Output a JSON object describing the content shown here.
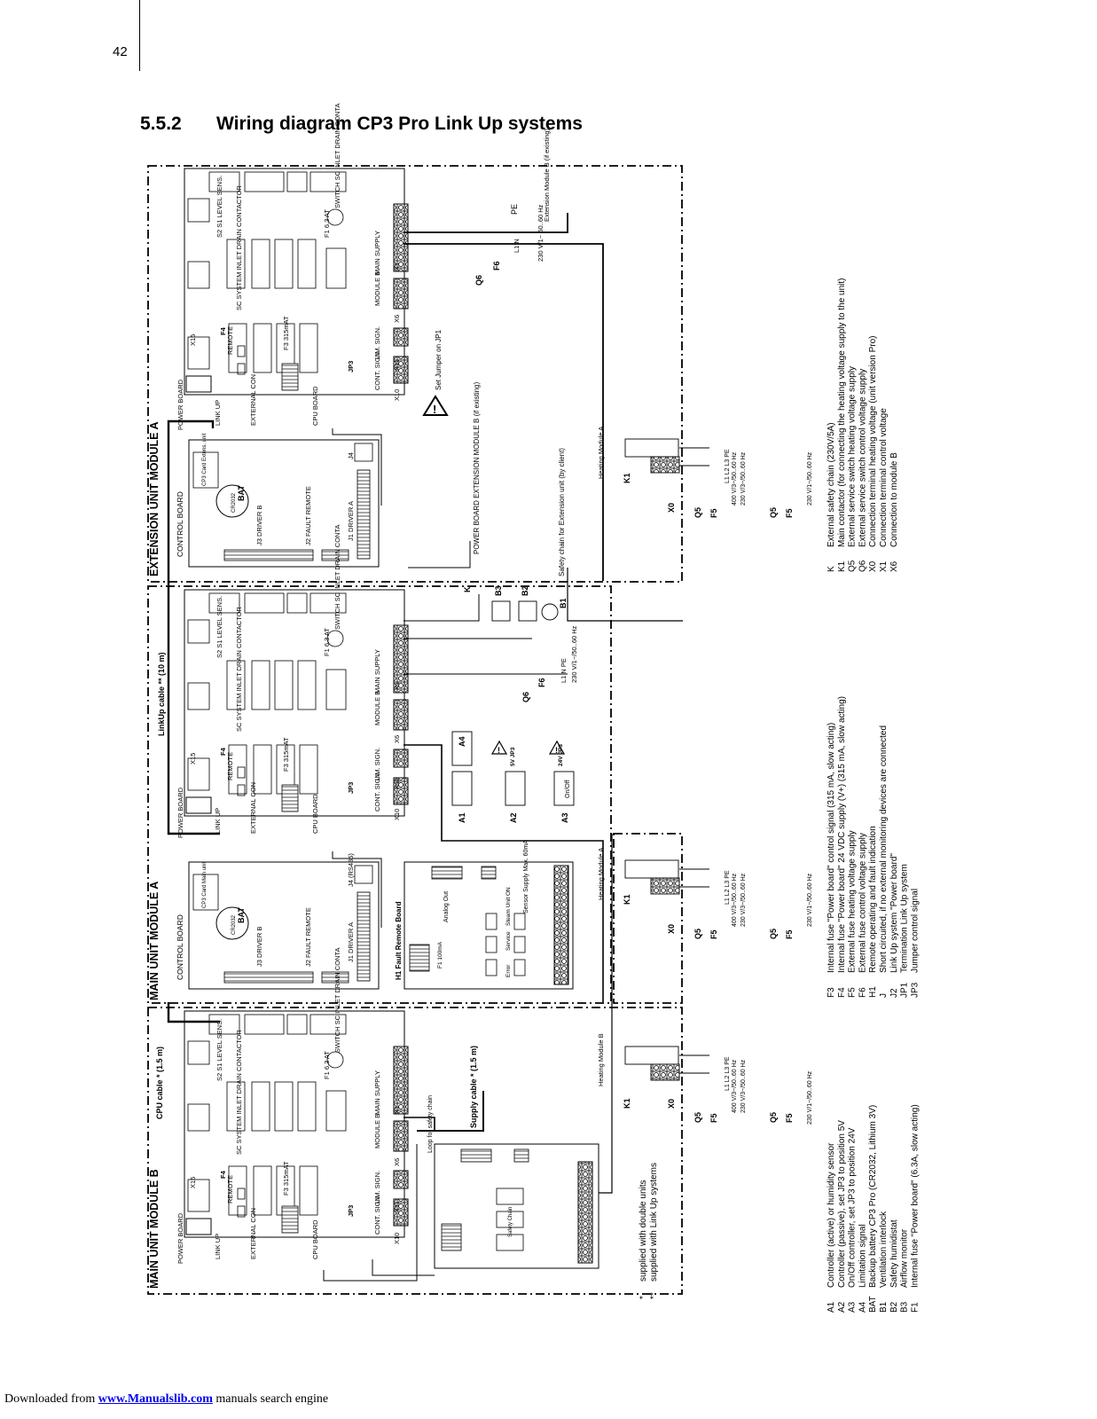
{
  "page_number": "42",
  "section": {
    "number": "5.5.2",
    "title": "Wiring diagram CP3 Pro Link Up systems"
  },
  "modules": {
    "ext": "EXTENSION UNIT MODULE A",
    "main_a": "MAIN UNIT MODULE A",
    "main_b": "MAIN UNIT MODULE B"
  },
  "board_labels": {
    "power_board": "POWER BOARD",
    "control_board": "CONTROL BOARD",
    "link_up": "LINK UP",
    "external_con": "EXTERNAL CON",
    "cpu_board": "CPU BOARD",
    "remote": "REMOTE",
    "bat": "BAT",
    "cr2032": "CR2032",
    "cp3_card_ext": "CP3 Card Extens. unit",
    "cp3_card_main": "CP3 Card Main unit",
    "j3_driver_b": "J3 DRIVER B",
    "j2_fault_remote": "J2 FAULT REMOTE",
    "j1_driver_a": "J1 DRIVER A",
    "j4": "J4",
    "j4_rs485": "J4 (RS485)",
    "f1_63": "F1 6.3 AT",
    "f3_315": "F3 315mAT",
    "jp3": "JP3",
    "f4": "F4",
    "main_supply": "MAIN SUPPLY",
    "module_b": "MODULE B",
    "cont_sign": "CONT. SIGN.",
    "lim_sign": "LIM. SIGN.",
    "x1": "X1",
    "x6": "X6",
    "x10": "X10",
    "x11": "X11",
    "x15": "X15",
    "contactor_row": "SC SYSTEM  INLET  DRAIN  CONTACTOR",
    "switch_row": "SWITCH  SC  INLET  DRAIN  CONTA",
    "level_sens": "S2 S1 LEVEL SENS."
  },
  "annotations": {
    "extension_b": "Extension Module B (if existing)",
    "set_jumper": "Set Jumper on JP1",
    "power_board_ext": "POWER BOARD EXTENSION MODULE B (if existing)",
    "safety_chain_ext": "Safety chain for Extension unit (by client)",
    "linkup_cable": "LinkUp cable ** (10 m)",
    "cpu_cable": "CPU cable * (1.5 m)",
    "supply_cable": "Supply cable * (1.5 m)",
    "loop_safety": "Loop for safety chain",
    "safety_chain": "Safety Chain",
    "fault_remote_board": "H1 Fault Remote Board",
    "analog_out": "Analog Out",
    "sensor_supply": "Sensor Supply Max. 60mA",
    "f1_100ma": "F1 100mA",
    "error": "Error",
    "service": "Service",
    "steam_unit_on": "Steam Unit ON",
    "heating_module_a": "Heating Module A",
    "heating_module_b": "Heating Module B",
    "supply_400": "400 V/3~/50..60 Hz",
    "supply_230_3": "230 V/3~/50..60 Hz",
    "supply_230_1": "230 V/1~/50..60 Hz",
    "l1_n_pe": "L1  N  PE",
    "l1_l2_l3_pe": "L1  L2  L3  PE",
    "l1_n": "L1  N",
    "supply_ext": "230 V/1~ 50..60 Hz",
    "k1": "K1",
    "x0": "X0",
    "q5": "Q5",
    "f5": "F5",
    "q6": "Q6",
    "f6": "F6",
    "pe": "PE",
    "k": "K",
    "b1": "B1",
    "b2": "B2",
    "b3": "B3",
    "a1": "A1",
    "a2": "A2",
    "a3": "A3",
    "a4": "A4",
    "on_off": "On/Off",
    "jp3_5v": "5V JP3",
    "jp3_24v": "24V JP3"
  },
  "notes": [
    {
      "mark": "*",
      "text": "supplied with double units"
    },
    {
      "mark": "**",
      "text": "supplied with Link Up systems"
    }
  ],
  "legend_col1": [
    {
      "code": "A1",
      "text": "Controller (active) or humidity sensor"
    },
    {
      "code": "A2",
      "text": "Controller (passive), set JP3 to position 5V"
    },
    {
      "code": "A3",
      "text": "On/Off controller, set JP3 to position 24V"
    },
    {
      "code": "A4",
      "text": "Limitation signal"
    },
    {
      "code": "BAT",
      "text": "Backup battery CP3 Pro (CR2032, Lithium 3V)"
    },
    {
      "code": "B1",
      "text": "Ventilation interlock"
    },
    {
      "code": "B2",
      "text": "Safety humidistat"
    },
    {
      "code": "B3",
      "text": "Airflow monitor"
    },
    {
      "code": "F1",
      "text": "Internal fuse \"Power board\" (6.3A, slow acting)"
    }
  ],
  "legend_col2": [
    {
      "code": "F3",
      "text": "Internal fuse \"Power board\" control signal (315 mA, slow acting)"
    },
    {
      "code": "F4",
      "text": "Internal fuse \"Power board\" 24 VDC supply (V+) (315 mA, slow acting)"
    },
    {
      "code": "F5",
      "text": "External fuse heating voltage supply"
    },
    {
      "code": "F6",
      "text": "External fuse control voltage supply"
    },
    {
      "code": "H1",
      "text": "Remote operating and fault indication"
    },
    {
      "code": "J",
      "text": "Short circuited, if no external monitoring devices are connected"
    },
    {
      "code": "J2",
      "text": "Link Up system \"Power board\""
    },
    {
      "code": "JP1",
      "text": "Termination Link Up system"
    },
    {
      "code": "JP3",
      "text": "Jumper control signal"
    }
  ],
  "legend_col3": [
    {
      "code": "K",
      "text": "External safety chain (230V/5A)"
    },
    {
      "code": "K1",
      "text": "Main contactor (for connecting the heating voltage supply to the unit)"
    },
    {
      "code": "Q5",
      "text": "External service switch heating voltage supply"
    },
    {
      "code": "Q6",
      "text": "External service switch control voltage supply"
    },
    {
      "code": "X0",
      "text": "Connection terminal heating voltage (unit version Pro)"
    },
    {
      "code": "X1",
      "text": "Connection terminal control voltage"
    },
    {
      "code": "X6",
      "text": "Connection to module B"
    }
  ],
  "footer": {
    "prefix": "Downloaded from ",
    "link": "www.Manualslib.com",
    "suffix": " manuals search engine"
  }
}
